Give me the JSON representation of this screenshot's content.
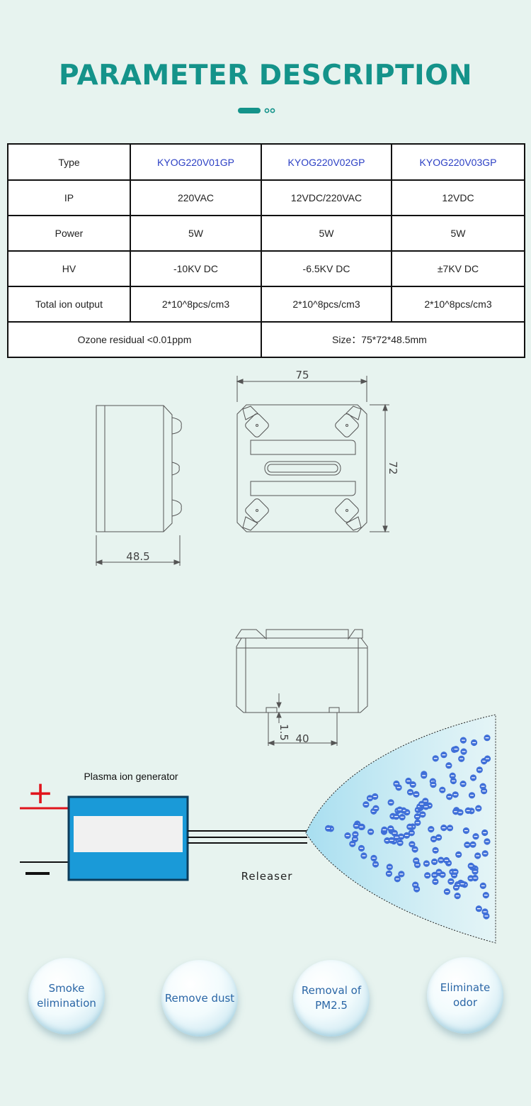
{
  "header": {
    "title": "PARAMETER DESCRIPTION"
  },
  "params_table": {
    "rows": [
      {
        "label": "Type",
        "v1": "KYOG220V01GP",
        "v2": "KYOG220V02GP",
        "v3": "KYOG220V03GP"
      },
      {
        "label": "IP",
        "v1": "220VAC",
        "v2": "12VDC/220VAC",
        "v3": "12VDC"
      },
      {
        "label": "Power",
        "v1": "5W",
        "v2": "5W",
        "v3": "5W"
      },
      {
        "label": "HV",
        "v1": "-10KV DC",
        "v2": "-6.5KV DC",
        "v3": "±7KV DC"
      },
      {
        "label": "Total ion output",
        "v1": "2*10^8pcs/cm3",
        "v2": "2*10^8pcs/cm3",
        "v3": "2*10^8pcs/cm3"
      }
    ],
    "ozone": "Ozone residual <0.01ppm",
    "size": "Size：75*72*48.5mm"
  },
  "dimensions": {
    "width": "75",
    "height": "72",
    "depth": "48.5",
    "pin_pitch": "40",
    "pin_height": "1.5"
  },
  "diagram": {
    "generator_label": "Plasma ion generator",
    "releaser_label": "Releaser",
    "plus_symbol": "+",
    "ion_symbol": "−"
  },
  "features": [
    {
      "label": "Smoke elimination"
    },
    {
      "label": "Remove dust"
    },
    {
      "label": "Removal of PM2.5"
    },
    {
      "label": "Eliminate odor"
    }
  ],
  "colors": {
    "accent": "#14938a",
    "model_text": "#2b3fc4",
    "generator_box": "#1a9ad8",
    "positive_wire": "#e0141c",
    "ion": "#3f6fd8",
    "cloud": "#b7e6f2"
  }
}
